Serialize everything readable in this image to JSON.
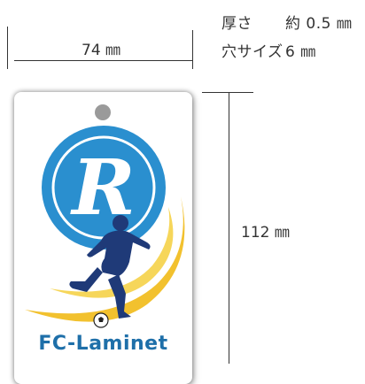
{
  "specs": {
    "thickness_label": "厚さ",
    "thickness_value": "約 0.5 ㎜",
    "hole_label": "穴サイズ",
    "hole_value": "6 ㎜"
  },
  "dimensions": {
    "width": "74 ㎜",
    "height": "112 ㎜"
  },
  "card": {
    "emblem_letter": "R",
    "team_name": "FC-Laminet"
  },
  "colors": {
    "emblem_blue": "#2a8fcf",
    "team_name": "#1e6fa9",
    "swoosh_yellow": "#f2c12e",
    "player_navy": "#1f3a78"
  }
}
